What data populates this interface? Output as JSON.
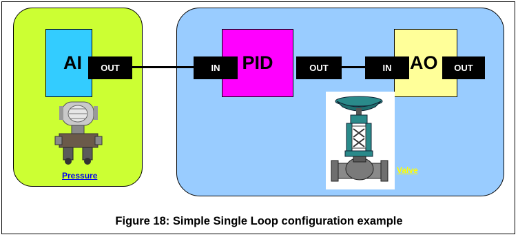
{
  "blocks": {
    "ai": "AI",
    "pid": "PID",
    "ao": "AO"
  },
  "ports": {
    "ai_out": "OUT",
    "pid_in": "IN",
    "pid_out": "OUT",
    "ao_in": "IN",
    "ao_out": "OUT"
  },
  "labels": {
    "pressure": "Pressure",
    "valve": "Valve"
  },
  "caption": "Figure 18: Simple Single Loop configuration example",
  "colors": {
    "field_panel": "#ccff33",
    "control_panel": "#99ccff",
    "ai_block": "#33ccff",
    "pid_block": "#ff00ff",
    "ao_block": "#ffff99",
    "pressure_link": "#0000ee",
    "valve_link": "#ffff00"
  },
  "icons": [
    "pressure-transmitter-icon",
    "control-valve-icon"
  ]
}
